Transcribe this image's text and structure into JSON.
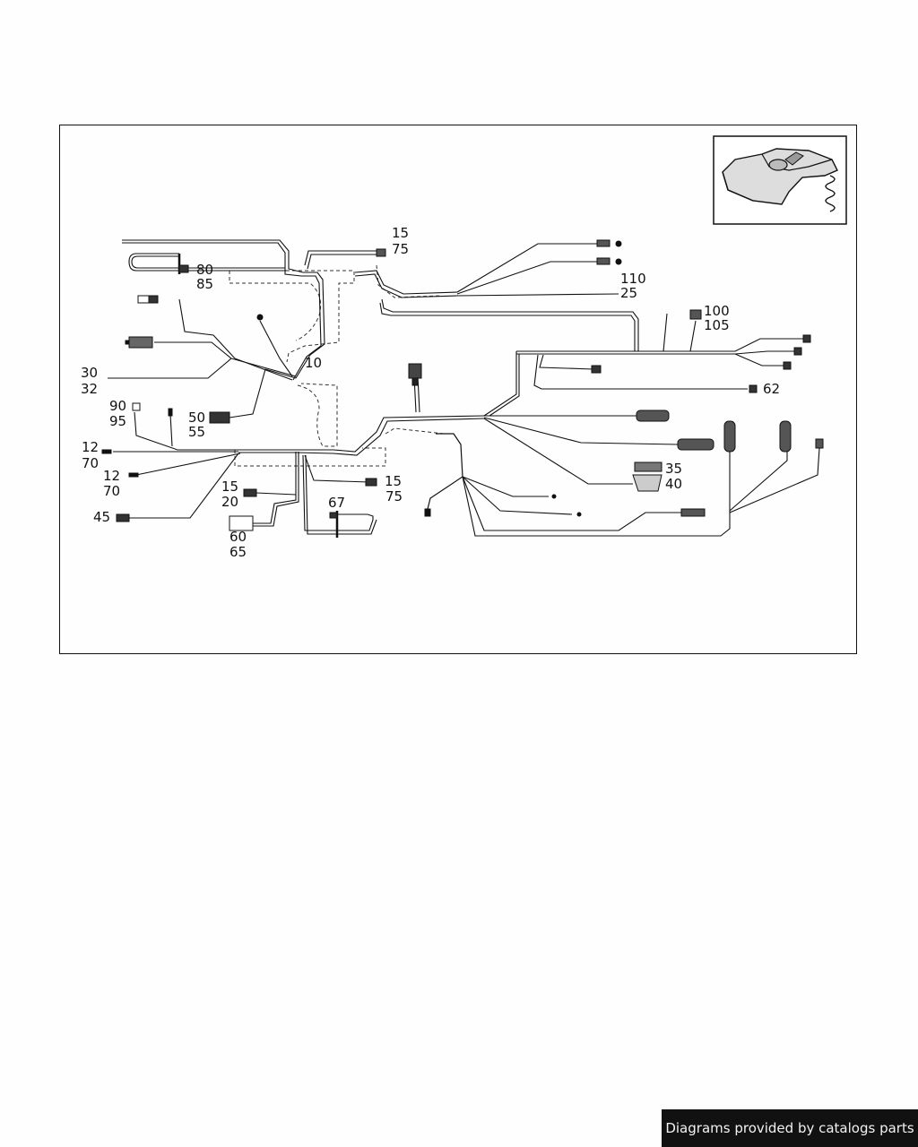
{
  "callouts": {
    "c15a": "15",
    "c75a": "75",
    "c80": "80",
    "c85": "85",
    "c110": "110",
    "c25": "25",
    "c100": "100",
    "c105": "105",
    "c10": "10",
    "c30": "30",
    "c32": "32",
    "c62": "62",
    "c90": "90",
    "c95": "95",
    "c50": "50",
    "c55": "55",
    "c12a": "12",
    "c70a": "70",
    "c12b": "12",
    "c70b": "70",
    "c15b": "15",
    "c20": "20",
    "c15c": "15",
    "c75c": "75",
    "c35": "35",
    "c40": "40",
    "c67": "67",
    "c45": "45",
    "c60": "60",
    "c65": "65"
  },
  "icons": {
    "inset": "snowmobile-inset-icon"
  },
  "footer": {
    "text": "Diagrams provided by catalogs parts"
  }
}
